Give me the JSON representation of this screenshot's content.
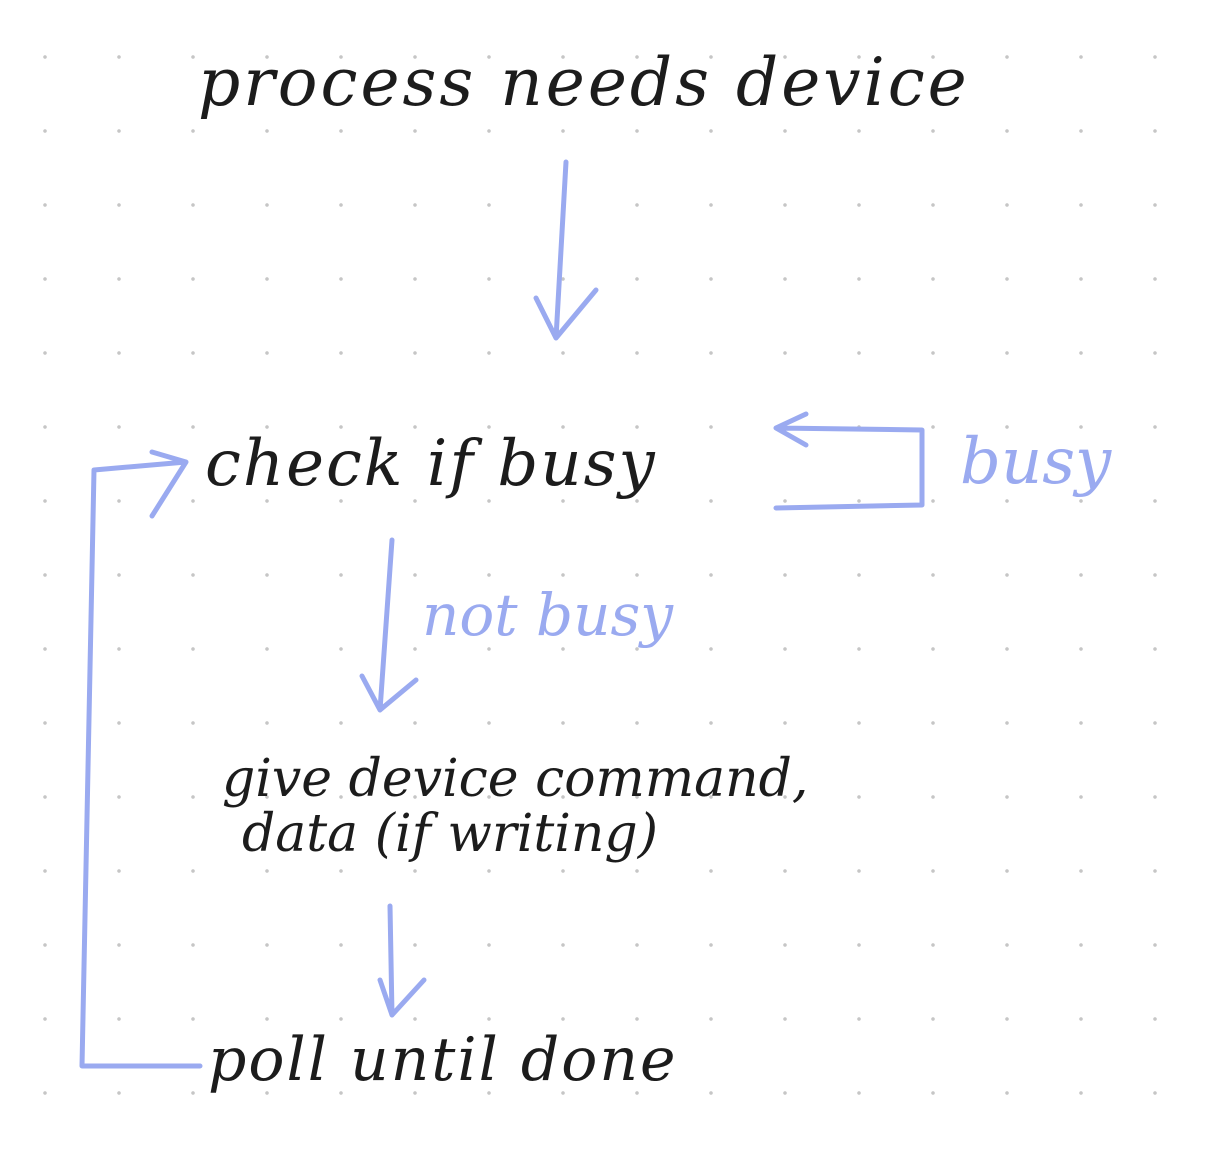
{
  "colors": {
    "ink": "#1c1c1c",
    "arrow": "#9aaaf0",
    "label": "#9aaaf0",
    "background": "#ffffff",
    "grid_dot": "#c6c6c6"
  },
  "nodes": {
    "process": "process needs device",
    "check": "check if busy",
    "give_line1": "give device command,",
    "give_line2": "data (if writing)",
    "poll": "poll until done"
  },
  "edge_labels": {
    "busy": "busy",
    "not_busy": "not busy"
  }
}
